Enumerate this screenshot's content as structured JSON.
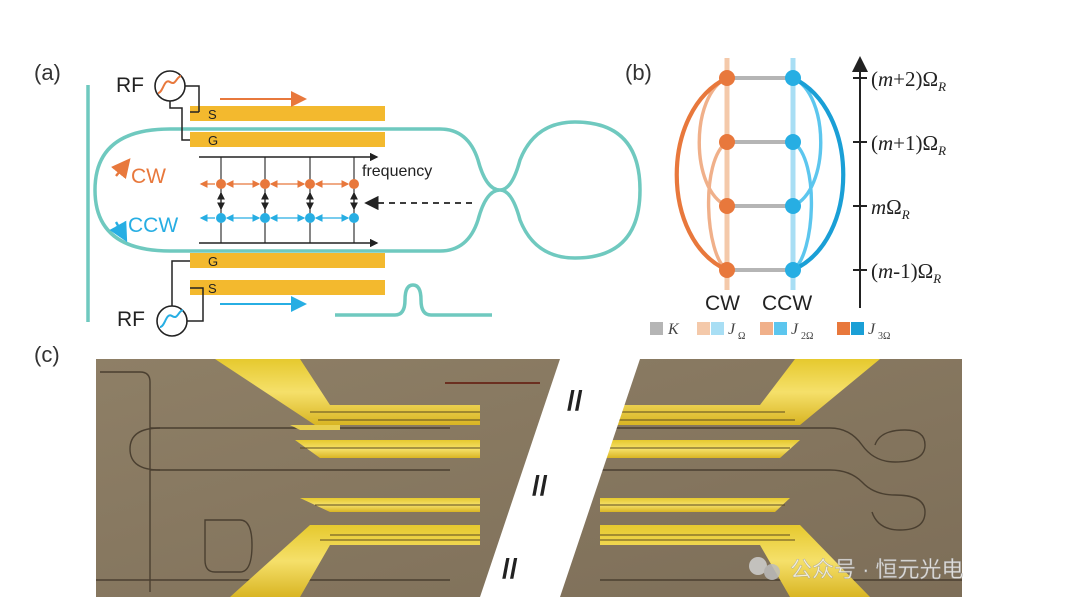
{
  "panel_a": {
    "label": "(a)",
    "rf_top": "RF",
    "rf_bottom": "RF",
    "s_top": "S",
    "g_top": "G",
    "g_bottom": "G",
    "s_bottom": "S",
    "cw": "CW",
    "ccw": "CCW",
    "frequency": "frequency"
  },
  "panel_b": {
    "label": "(b)",
    "cw": "CW",
    "ccw": "CCW",
    "levels": [
      {
        "pre": "(",
        "m": "m",
        "post": "+2)Ω",
        "sub": "R"
      },
      {
        "pre": "(",
        "m": "m",
        "post": "+1)Ω",
        "sub": "R"
      },
      {
        "pre": "",
        "m": "m",
        "post": "Ω",
        "sub": "R"
      },
      {
        "pre": "(",
        "m": "m",
        "post": "-1)Ω",
        "sub": "R"
      }
    ],
    "legend": {
      "k": "K",
      "j": "J",
      "sub_omega": "Ω",
      "sub_2omega": "2Ω",
      "sub_3omega": "3Ω"
    },
    "colors": {
      "cw": "#e8783c",
      "ccw": "#27aee3",
      "cw_light": "#f4c9aa",
      "ccw_light": "#a8def4",
      "coupling": "#b5b5b5"
    }
  },
  "panel_c": {
    "label": "(c)",
    "break_marks": [
      "//",
      "//",
      "//"
    ]
  },
  "watermark": "公众号 · 恒元光电"
}
